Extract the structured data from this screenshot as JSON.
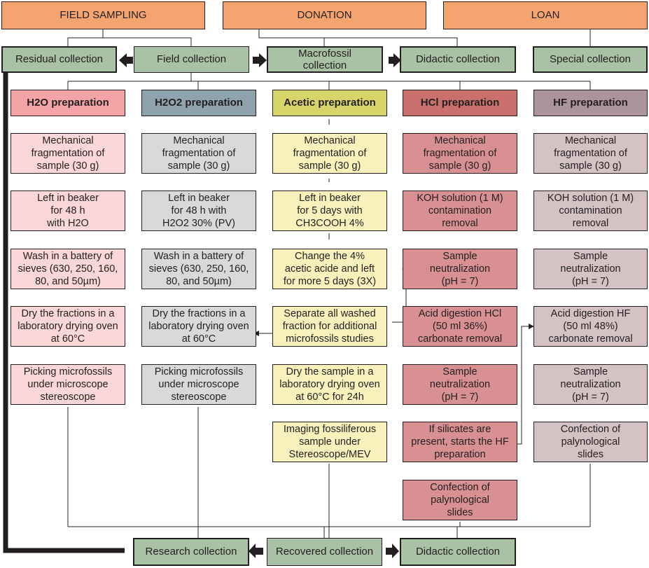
{
  "sources": [
    "FIELD SAMPLING",
    "DONATION",
    "LOAN"
  ],
  "collections": {
    "residual": "Residual collection",
    "field": "Field collection",
    "macrofossil": "Macrofossil\ncollection",
    "didactic_top": "Didactic collection",
    "special": "Special collection",
    "research": "Research collection",
    "recovered": "Recovered collection",
    "didactic_bottom": "Didactic collection"
  },
  "columns": [
    {
      "title": "H2O preparation",
      "header_color": "#f4a3a7",
      "step_color": "#fbd7d8",
      "steps": [
        "Mechanical\nfragmentation of\nsample (30 g)",
        "Left in beaker\nfor 48 h\nwith H2O",
        "Wash in a battery of\nsieves (630, 250, 160,\n80, and 50µm)",
        "Dry  the fractions in a\nlaboratory drying oven\nat 60°C",
        "Picking microfossils\nunder microscope\nstereoscope"
      ]
    },
    {
      "title": "H2O2 preparation",
      "header_color": "#8fa3ae",
      "step_color": "#d9d9da",
      "steps": [
        "Mechanical\nfragmentation of\nsample (30 g)",
        "Left in beaker\nfor 48 h with\nH2O2 30% (PV)",
        "Wash in a battery of\nsieves (630, 250, 160,\n80, and 50µm)",
        "Dry  the fractions in a\nlaboratory drying oven\nat 60°C",
        "Picking microfossils\nunder microscope\nstereoscope"
      ]
    },
    {
      "title": "Acetic preparation",
      "header_color": "#d7d46a",
      "step_color": "#f8f1bc",
      "steps": [
        "Mechanical\nfragmentation of\nsample (30 g)",
        "Left in beaker\nfor 5 days with\nCH3COOH 4%",
        "Change the 4%\nacetic acide and left\nfor more 5 days (3X)",
        "Separate all washed\nfraction for additional\nmicrofossils studies",
        "Dry  the sample in a\nlaboratory drying oven\nat 60°C for 24h",
        "Imaging fossiliferous\nsample under\nStereoscope/MEV"
      ]
    },
    {
      "title": "HCl preparation",
      "header_color": "#c9706c",
      "step_color": "#d99092",
      "steps": [
        "Mechanical\nfragmentation of\nsample (30 g)",
        "KOH solution (1 M)\ncontamination\nremoval",
        "Sample\nneutralization\n(pH = 7)",
        "Acid digestion HCl\n(50 ml 36%)\ncarbonate removal",
        "Sample\nneutralization\n(pH = 7)",
        "If silicates are\npresent, starts the HF\npreparation",
        "Confection of\npalynological\nslides"
      ]
    },
    {
      "title": "HF preparation",
      "header_color": "#ab949d",
      "step_color": "#d4c2c5",
      "steps": [
        "Mechanical\nfragmentation of\nsample (30 g)",
        "KOH solution (1 M)\ncontamination\nremoval",
        "Sample\nneutralization\n(pH = 7)",
        "Acid digestion HF\n(50 ml 48%)\ncarbonate removal",
        "Sample\nneutralization\n(pH = 7)",
        "Confection of\npalynological\nslides"
      ]
    }
  ]
}
